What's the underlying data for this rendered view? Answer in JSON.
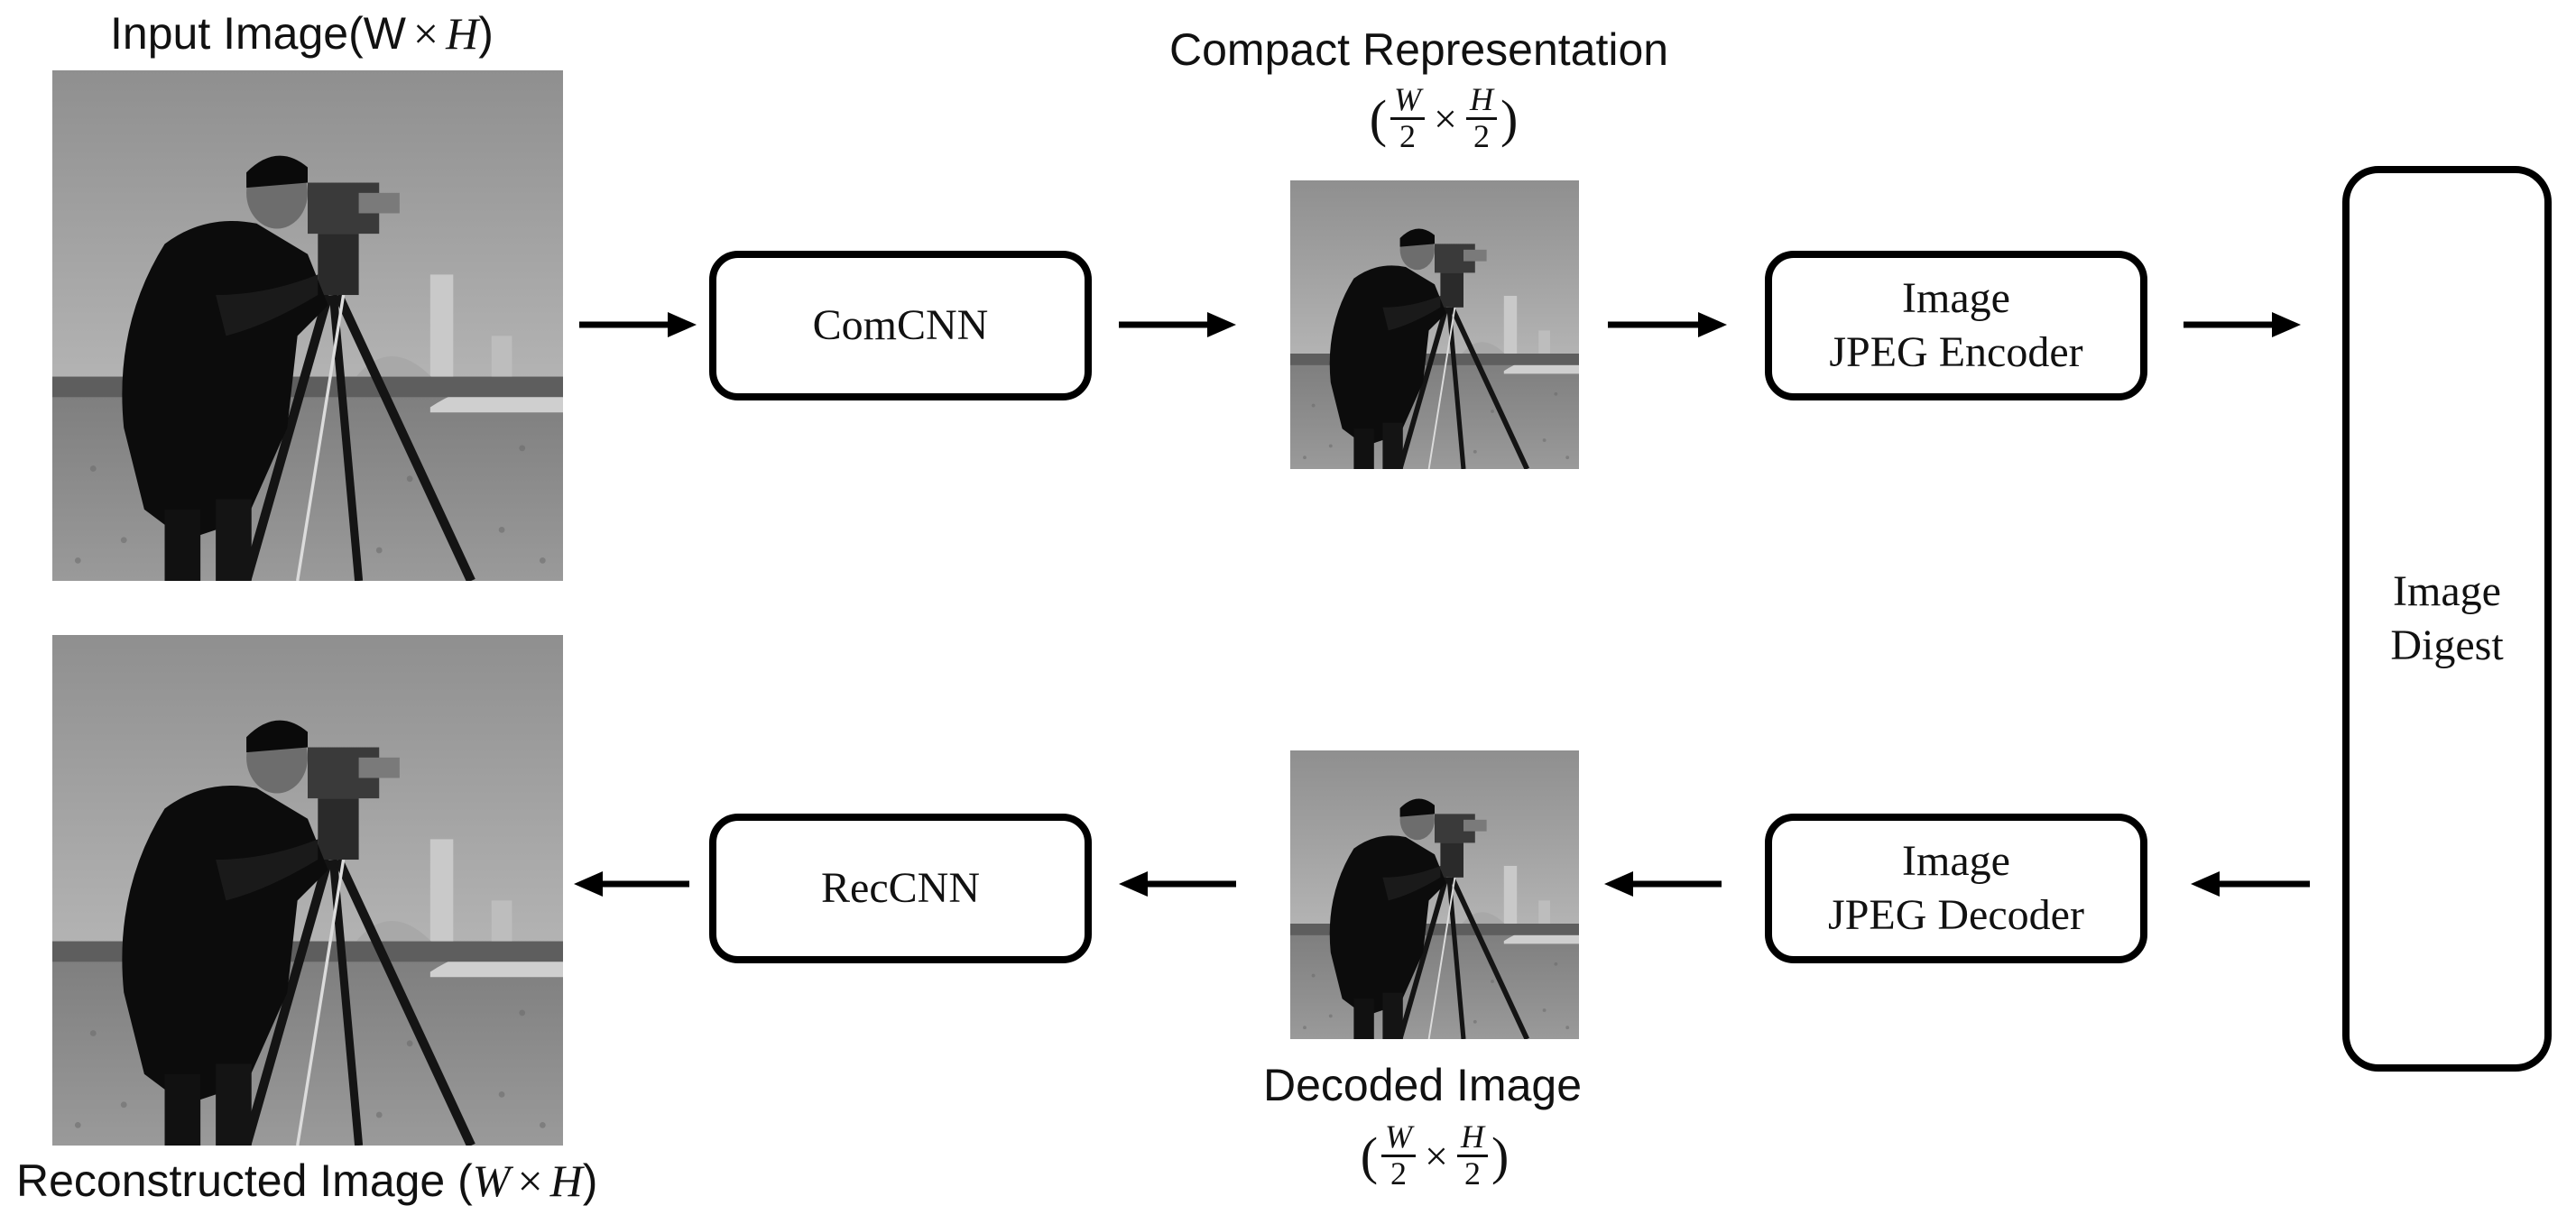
{
  "diagram": {
    "captions": {
      "input_image": {
        "prefix": "Input Image(",
        "w": "W",
        "times": "×",
        "h": "H",
        "suffix": ")"
      },
      "compact_representation": {
        "title": "Compact Representation",
        "open": "(",
        "w_num": "W",
        "w_den": "2",
        "times": "×",
        "h_num": "H",
        "h_den": "2",
        "close": ")"
      },
      "decoded_image": {
        "title": "Decoded Image",
        "open": "(",
        "w_num": "W",
        "w_den": "2",
        "times": "×",
        "h_num": "H",
        "h_den": "2",
        "close": ")"
      },
      "reconstructed_image": {
        "prefix": "Reconstructed Image (",
        "w": "W",
        "times": "×",
        "h": "H",
        "suffix": ")"
      }
    },
    "boxes": {
      "comcnn": {
        "line1": "ComCNN"
      },
      "jpeg_encoder": {
        "line1": "Image",
        "line2": "JPEG Encoder"
      },
      "image_digest": {
        "line1": "Image",
        "line2": "Digest"
      },
      "jpeg_decoder": {
        "line1": "Image",
        "line2": "JPEG Decoder"
      },
      "reccnn": {
        "line1": "RecCNN"
      }
    },
    "images": {
      "input": "cameraman-photo",
      "compact": "cameraman-photo",
      "decoded": "cameraman-photo",
      "reconstructed": "cameraman-photo"
    },
    "colors": {
      "stroke": "#000000",
      "text": "#111111",
      "background": "#ffffff"
    }
  }
}
